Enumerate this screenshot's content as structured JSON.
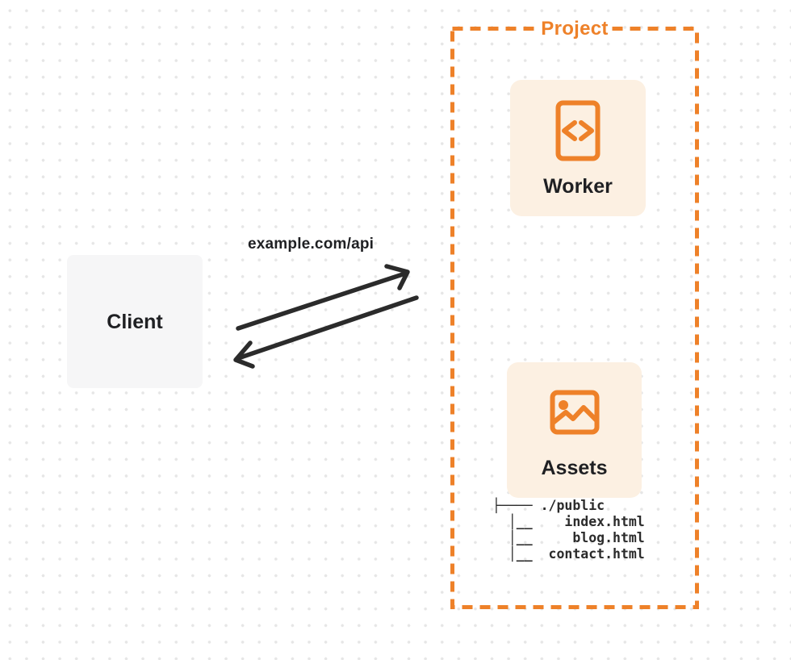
{
  "colors": {
    "orange": "#EE8129",
    "cream": "#FCF0E2",
    "client_bg": "#F6F6F7",
    "ink": "#1F2023",
    "arrow": "#2B2B2B",
    "dot": "#E6E6E6",
    "canvas_bg": "#FFFFFF"
  },
  "project": {
    "label": "Project"
  },
  "nodes": {
    "client": {
      "label": "Client"
    },
    "worker": {
      "label": "Worker",
      "icon": "code-document-icon"
    },
    "assets": {
      "label": "Assets",
      "icon": "image-icon"
    }
  },
  "request": {
    "url_label": "example.com/api"
  },
  "assets_tree": {
    "lines": [
      "├──── ./public",
      "  │__    index.html",
      "  │__     blog.html",
      "  │__  contact.html"
    ]
  }
}
